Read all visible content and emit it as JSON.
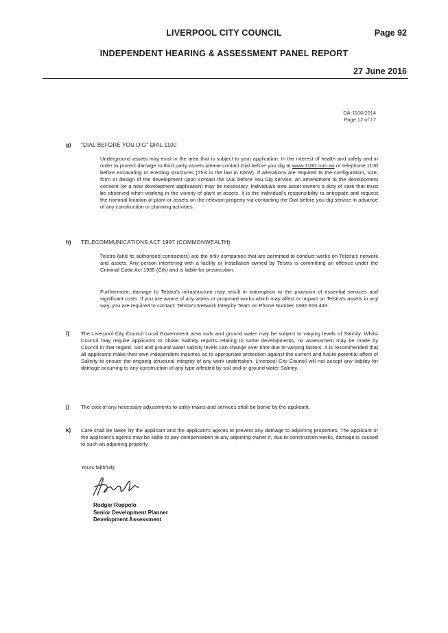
{
  "header": {
    "council": "LIVERPOOL CITY COUNCIL",
    "page": "Page 92",
    "report_title": "INDEPENDENT HEARING & ASSESSMENT PANEL REPORT",
    "date": "27 June 2016"
  },
  "doc_ref": {
    "number": "DA-1106/2014",
    "page": "Page 12 of 17"
  },
  "sections": {
    "g": {
      "letter": "g)",
      "heading": "\"DIAL BEFORE YOU DIG\" DIAL 1100",
      "para1": "Underground assets may exist in the area that is subject to your application. In the interest of health and safety and in order to protect damage to third party assets please contact Dial before you dig at ",
      "link": "www.1100.com.au",
      "para1_rest": " or telephone 1100 before excavating or erecting structures (This is the law in NSW). If alterations are required to the configuration, size, form or design of the development upon contact the Dial before You Dig service, an amendment to the development consent (or a new development application) may be necessary. Individuals owe asset owners a duty of care that must be observed when working in the vicinity of plant or assets. It is the individual's responsibility to anticipate and request the nominal location of plant or assets on the relevant property via contacting the Dial before you dig service in advance of any construction or planning activities."
    },
    "h": {
      "letter": "h)",
      "heading": "TELECOMMUNICATIONS ACT 1997 (COMMONWEALTH)",
      "para1": "Telstra (and its authorised contractors) are the only companies that are permitted to conduct works on Telstra's network and assets. Any person interfering with a facility or installation owned by Telstra is committing an offence under the Criminal Code Act 1995 (Cth) and is liable for prosecution.",
      "para2": "Furthermore, damage to Telstra's infrastructure may result in interruption to the provision of essential services and significant costs. If you are aware of any works or proposed works which may affect or impact on Telstra's assets in any way, you are required to contact: Telstra's Network Integrity Team on Phone Number 1800 810 443."
    },
    "i": {
      "letter": "i)",
      "text": "The Liverpool City Council Local Government area soils and ground water may be subject to varying levels of Salinity. Whilst Council may require applicants to obtain Salinity reports relating to some developments, no assessment may be made by Council in that regard. Soil and ground water salinity levels can change over time due to varying factors. It is recommended that all applicants make their own independent inquiries as to appropriate protection against the current and future potential affect of Salinity to ensure the ongoing structural integrity of any work undertaken. Liverpool City Council will not accept any liability for damage occurring to any construction of any type affected by soil and or ground water Salinity."
    },
    "j": {
      "letter": "j)",
      "text": "The cost of any necessary adjustments to utility mains and services shall be borne by the applicant."
    },
    "k": {
      "letter": "k)",
      "text": "Care shall be taken by the applicant and the applicant's agents to prevent any damage to adjoining properties. The applicant or the applicant's agents may be liable to pay compensation to any adjoining owner if, due to construction works, damage is caused to such an adjoining property."
    }
  },
  "closing": {
    "salutation": "Yours faithfully,",
    "name": "Rodger Roppolo",
    "title": "Senior Development Planner",
    "department": "Development Assessment"
  }
}
